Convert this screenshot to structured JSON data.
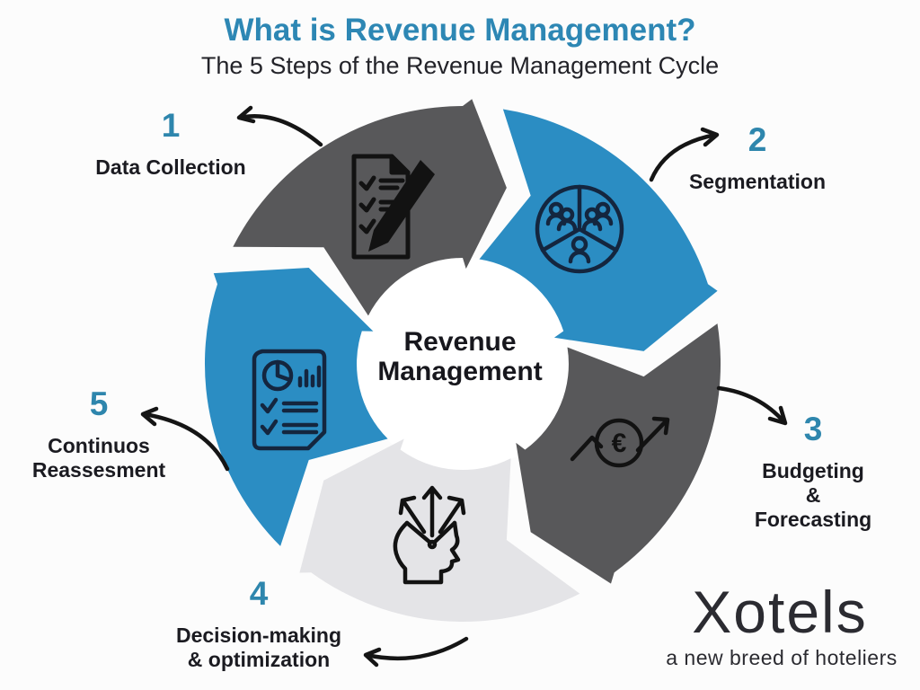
{
  "page": {
    "background": "#fcfcfc"
  },
  "header": {
    "title": "What is Revenue Management?",
    "title_color": "#2d87b4",
    "subtitle": "The 5 Steps of the Revenue Management Cycle",
    "subtitle_color": "#232329"
  },
  "center": {
    "label": "Revenue\nManagement",
    "text_color": "#17171d",
    "circle_color": "#ffffff"
  },
  "steps": [
    {
      "number": "1",
      "label": "Data Collection"
    },
    {
      "number": "2",
      "label": "Segmentation"
    },
    {
      "number": "3",
      "label": "Budgeting &\nForecasting"
    },
    {
      "number": "4",
      "label": "Decision-making\n& optimization"
    },
    {
      "number": "5",
      "label": "Continuos\nReassesment"
    }
  ],
  "step_number_color": "#2e86ad",
  "step_label_color": "#1b1b21",
  "diagram": {
    "direction": "clockwise",
    "gap_color": "#ffffff",
    "segments": [
      {
        "id": "data-collection",
        "color": "#58585a",
        "icon": "checklist-pen-icon",
        "icon_color": "#121212"
      },
      {
        "id": "segmentation",
        "color": "#2b8dc3",
        "icon": "segmentation-groups-icon",
        "icon_color": "#14263f"
      },
      {
        "id": "budgeting-forecasting",
        "color": "#58585a",
        "icon": "euro-growth-icon",
        "icon_color": "#121212",
        "coin_symbol": "€"
      },
      {
        "id": "decision-making",
        "color": "#e4e4e7",
        "icon": "decision-head-icon",
        "icon_color": "#121212"
      },
      {
        "id": "continuous-reassessment",
        "color": "#2b8dc3",
        "icon": "analytics-report-icon",
        "icon_color": "#14263f"
      }
    ]
  },
  "annotation_arrow_color": "#151515",
  "branding": {
    "logo": "Xotels",
    "tagline": "a new breed of hoteliers",
    "color": "#2b2b31"
  }
}
